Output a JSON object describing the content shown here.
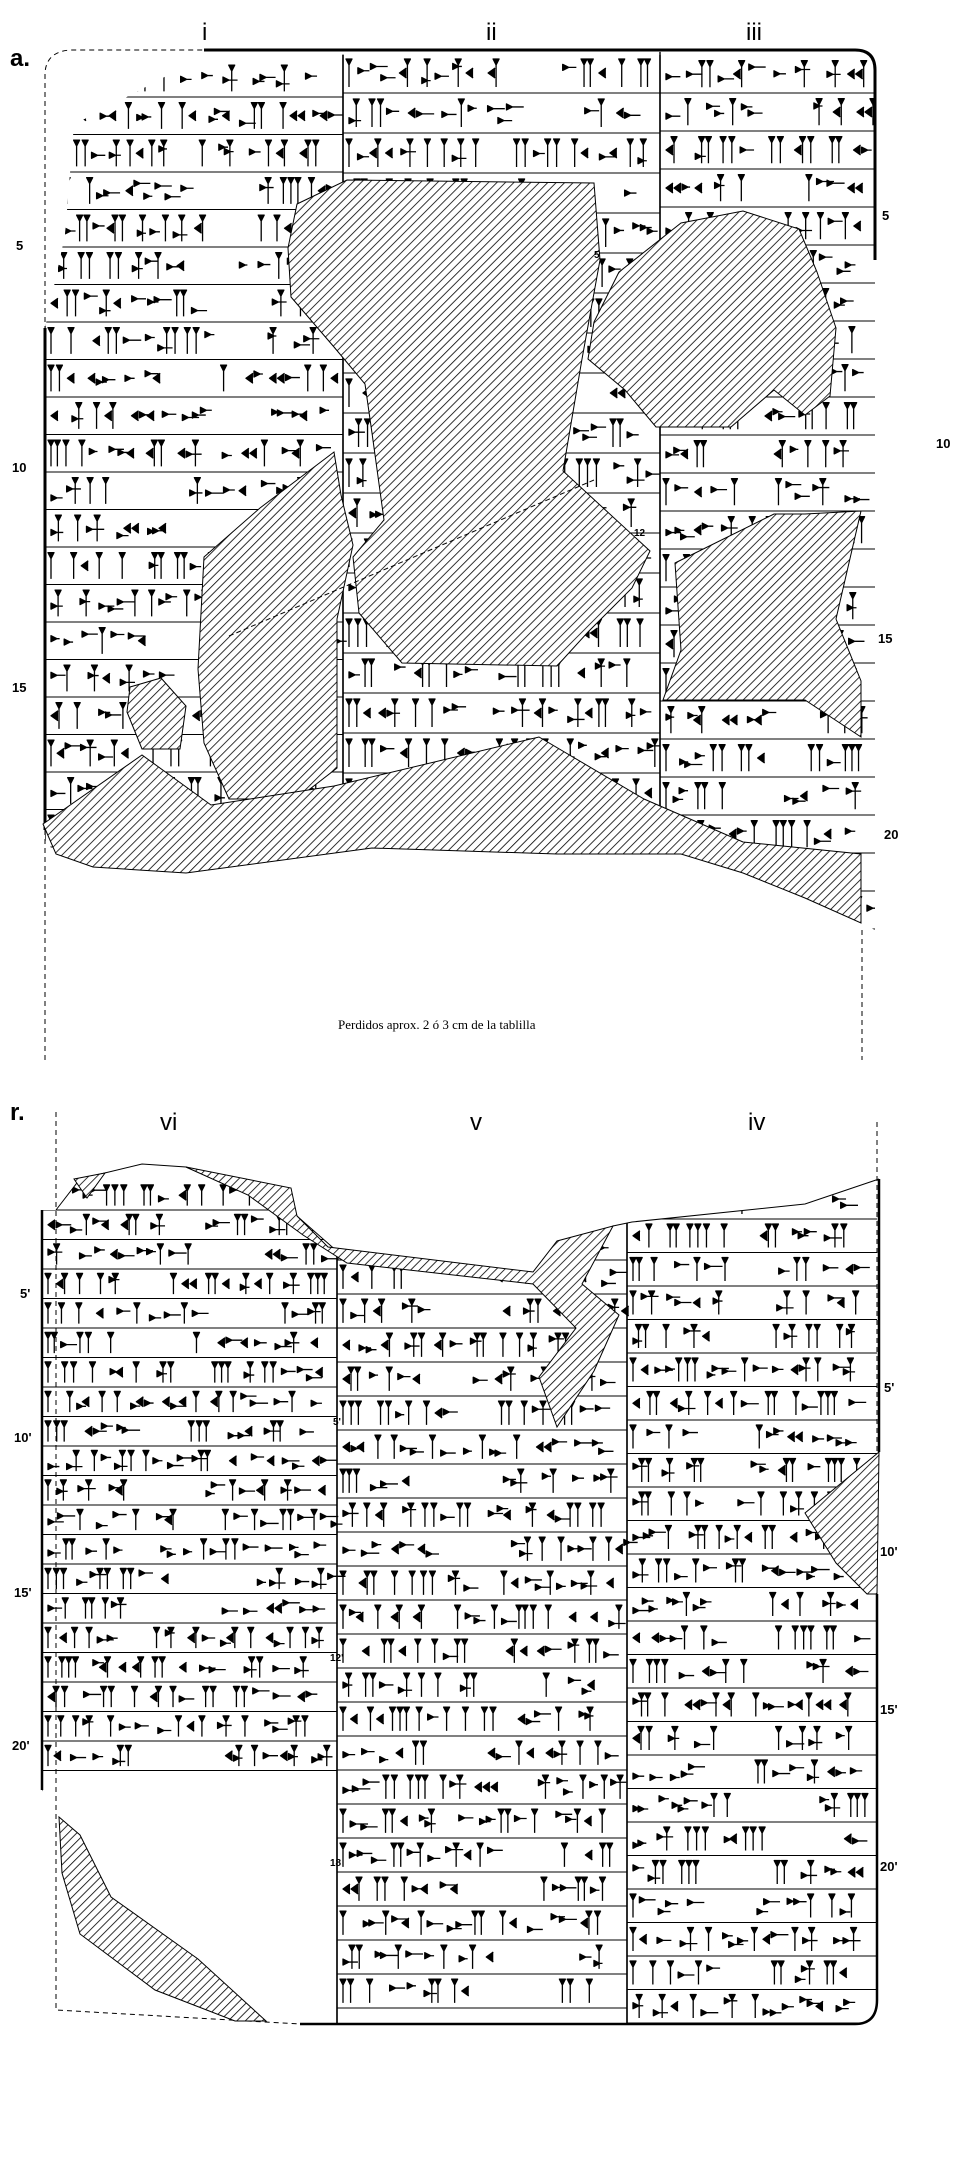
{
  "obverse": {
    "face_label": "a.",
    "columns": [
      "i",
      "ii",
      "iii"
    ],
    "left_line_numbers": [
      "5",
      "10",
      "15"
    ],
    "right_line_numbers": [
      "5",
      "10",
      "15",
      "20"
    ],
    "inner_line_numbers": [
      "5",
      "12"
    ],
    "caption": "Perdidos aprox. 2 ó 3 cm de la tablilla"
  },
  "reverse": {
    "face_label": "r.",
    "columns": [
      "vi",
      "v",
      "iv"
    ],
    "left_line_numbers": [
      "5'",
      "10'",
      "15'",
      "20'"
    ],
    "right_line_numbers": [
      "5'",
      "10'",
      "15'",
      "20'"
    ],
    "inner_line_numbers": [
      "5'",
      "12'",
      "18"
    ]
  },
  "colors": {
    "ink": "#000000",
    "paper": "#ffffff"
  }
}
